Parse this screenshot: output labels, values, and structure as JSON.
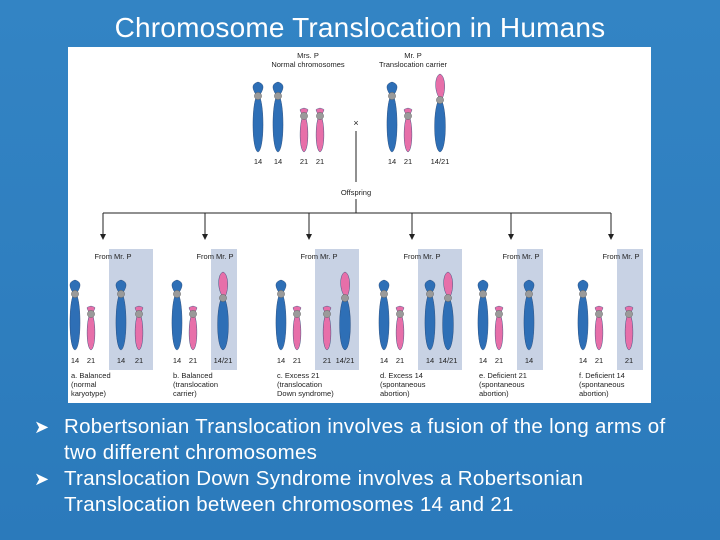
{
  "slide": {
    "title": "Chromosome Translocation in Humans",
    "bullet_icon": "arrow-bullet-icon",
    "bullets": [
      "Robertsonian Translocation involves a fusion of the long arms of two different chromosomes",
      "Translocation Down Syndrome involves a Robertsonian Translocation between chromosomes 14 and 21"
    ]
  },
  "diagram": {
    "colors": {
      "chr14": "#2e6fb6",
      "chr21": "#e76fa9",
      "box": "#c8d2e4",
      "line": "#222222"
    },
    "mother": {
      "name": "Mrs. P",
      "desc": "Normal chromosomes",
      "labels": [
        "14",
        "14",
        "21",
        "21"
      ]
    },
    "father": {
      "name": "Mr. P",
      "desc": "Translocation carrier",
      "labels": [
        "14",
        "21",
        "14/21"
      ]
    },
    "cross": "×",
    "offspring_label": "Offspring",
    "from_label": "From Mr. P",
    "outcomes": [
      {
        "chroms": [
          "14",
          "21",
          "14",
          "21"
        ],
        "line1": "a. Balanced",
        "line2": "(normal",
        "line3": "karyotype)"
      },
      {
        "chroms": [
          "14",
          "21",
          "14/21"
        ],
        "line1": "b. Balanced",
        "line2": "(translocation",
        "line3": "carrier)"
      },
      {
        "chroms": [
          "14",
          "21",
          "21",
          "14/21"
        ],
        "line1": "c. Excess 21",
        "line2": "(translocation",
        "line3": "Down syndrome)"
      },
      {
        "chroms": [
          "14",
          "21",
          "14",
          "14/21"
        ],
        "line1": "d. Excess 14",
        "line2": "(spontaneous",
        "line3": "abortion)"
      },
      {
        "chroms": [
          "14",
          "21",
          "14"
        ],
        "line1": "e. Deficient 21",
        "line2": "(spontaneous",
        "line3": "abortion)"
      },
      {
        "chroms": [
          "14",
          "21",
          "21"
        ],
        "line1": "f. Deficient 14",
        "line2": "(spontaneous",
        "line3": "abortion)"
      }
    ]
  }
}
